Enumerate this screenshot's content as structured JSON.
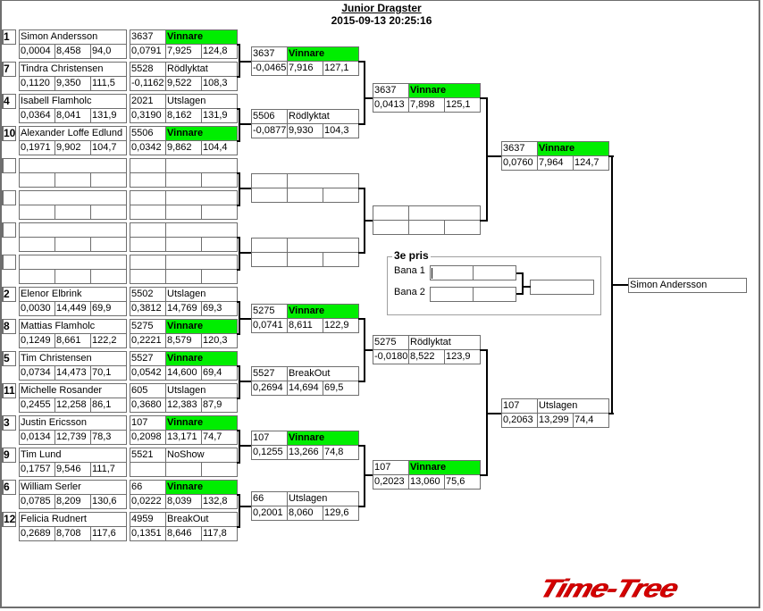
{
  "header": {
    "title": "Junior Dragster",
    "datetime": "2015-09-13 20:25:16"
  },
  "colors": {
    "winner_bg": "#00ee00",
    "border": "#6e6e6e",
    "logo": "#d40000"
  },
  "round1": [
    {
      "seed": "1",
      "name": "Simon Andersson",
      "rt": "0,0004",
      "et": "8,458",
      "speed": "94,0",
      "res_id": "3637",
      "res_status": "Vinnare",
      "res_rt": "0,0791",
      "res_et": "7,925",
      "res_speed": "124,8",
      "winner": true
    },
    {
      "seed": "7",
      "name": "Tindra Christensen",
      "rt": "0,1120",
      "et": "9,350",
      "speed": "111,5",
      "res_id": "5528",
      "res_status": "Rödlyktat",
      "res_rt": "-0,1162",
      "res_et": "9,522",
      "res_speed": "108,3",
      "winner": false
    },
    {
      "seed": "4",
      "name": "Isabell Flamholc",
      "rt": "0,0364",
      "et": "8,041",
      "speed": "131,9",
      "res_id": "2021",
      "res_status": "Utslagen",
      "res_rt": "0,3190",
      "res_et": "8,162",
      "res_speed": "131,9",
      "winner": false
    },
    {
      "seed": "10",
      "name": "Alexander Loffe Edlund",
      "rt": "0,1971",
      "et": "9,902",
      "speed": "104,7",
      "res_id": "5506",
      "res_status": "Vinnare",
      "res_rt": "0,0342",
      "res_et": "9,862",
      "res_speed": "104,4",
      "winner": true
    },
    {
      "seed": "",
      "name": "",
      "rt": "",
      "et": "",
      "speed": "",
      "res_id": "",
      "res_status": "",
      "res_rt": "",
      "res_et": "",
      "res_speed": "",
      "winner": false
    },
    {
      "seed": "",
      "name": "",
      "rt": "",
      "et": "",
      "speed": "",
      "res_id": "",
      "res_status": "",
      "res_rt": "",
      "res_et": "",
      "res_speed": "",
      "winner": false
    },
    {
      "seed": "",
      "name": "",
      "rt": "",
      "et": "",
      "speed": "",
      "res_id": "",
      "res_status": "",
      "res_rt": "",
      "res_et": "",
      "res_speed": "",
      "winner": false
    },
    {
      "seed": "",
      "name": "",
      "rt": "",
      "et": "",
      "speed": "",
      "res_id": "",
      "res_status": "",
      "res_rt": "",
      "res_et": "",
      "res_speed": "",
      "winner": false
    },
    {
      "seed": "2",
      "name": "Elenor Elbrink",
      "rt": "0,0030",
      "et": "14,449",
      "speed": "69,9",
      "res_id": "5502",
      "res_status": "Utslagen",
      "res_rt": "0,3812",
      "res_et": "14,769",
      "res_speed": "69,3",
      "winner": false
    },
    {
      "seed": "8",
      "name": "Mattias Flamholc",
      "rt": "0,1249",
      "et": "8,661",
      "speed": "122,2",
      "res_id": "5275",
      "res_status": "Vinnare",
      "res_rt": "0,2221",
      "res_et": "8,579",
      "res_speed": "120,3",
      "winner": true
    },
    {
      "seed": "5",
      "name": "Tim Christensen",
      "rt": "0,0734",
      "et": "14,473",
      "speed": "70,1",
      "res_id": "5527",
      "res_status": "Vinnare",
      "res_rt": "0,0542",
      "res_et": "14,600",
      "res_speed": "69,4",
      "winner": true
    },
    {
      "seed": "11",
      "name": "Michelle Rosander",
      "rt": "0,2455",
      "et": "12,258",
      "speed": "86,1",
      "res_id": "605",
      "res_status": "Utslagen",
      "res_rt": "0,3680",
      "res_et": "12,383",
      "res_speed": "87,9",
      "winner": false
    },
    {
      "seed": "3",
      "name": "Justin Ericsson",
      "rt": "0,0134",
      "et": "12,739",
      "speed": "78,3",
      "res_id": "107",
      "res_status": "Vinnare",
      "res_rt": "0,2098",
      "res_et": "13,171",
      "res_speed": "74,7",
      "winner": true
    },
    {
      "seed": "9",
      "name": "Tim Lund",
      "rt": "0,1757",
      "et": "9,546",
      "speed": "111,7",
      "res_id": "5521",
      "res_status": "NoShow",
      "res_rt": "",
      "res_et": "",
      "res_speed": "",
      "winner": false
    },
    {
      "seed": "6",
      "name": "William Serler",
      "rt": "0,0785",
      "et": "8,209",
      "speed": "130,6",
      "res_id": "66",
      "res_status": "Vinnare",
      "res_rt": "0,0222",
      "res_et": "8,039",
      "res_speed": "132,8",
      "winner": true
    },
    {
      "seed": "12",
      "name": "Felicia Rudnert",
      "rt": "0,2689",
      "et": "8,708",
      "speed": "117,6",
      "res_id": "4959",
      "res_status": "BreakOut",
      "res_rt": "0,1351",
      "res_et": "8,646",
      "res_speed": "117,8",
      "winner": false
    }
  ],
  "round2": [
    {
      "id": "3637",
      "status": "Vinnare",
      "rt": "-0,0465",
      "et": "7,916",
      "speed": "127,1",
      "winner": true
    },
    {
      "id": "5506",
      "status": "Rödlyktat",
      "rt": "-0,0877",
      "et": "9,930",
      "speed": "104,3",
      "winner": false
    },
    {
      "id": "",
      "status": "",
      "rt": "",
      "et": "",
      "speed": "",
      "winner": false
    },
    {
      "id": "",
      "status": "",
      "rt": "",
      "et": "",
      "speed": "",
      "winner": false
    },
    {
      "id": "5275",
      "status": "Vinnare",
      "rt": "0,0741",
      "et": "8,611",
      "speed": "122,9",
      "winner": true
    },
    {
      "id": "5527",
      "status": "BreakOut",
      "rt": "0,2694",
      "et": "14,694",
      "speed": "69,5",
      "winner": false
    },
    {
      "id": "107",
      "status": "Vinnare",
      "rt": "0,1255",
      "et": "13,266",
      "speed": "74,8",
      "winner": true
    },
    {
      "id": "66",
      "status": "Utslagen",
      "rt": "0,2001",
      "et": "8,060",
      "speed": "129,6",
      "winner": false
    }
  ],
  "round3": [
    {
      "id": "3637",
      "status": "Vinnare",
      "rt": "0,0413",
      "et": "7,898",
      "speed": "125,1",
      "winner": true
    },
    {
      "id": "",
      "status": "",
      "rt": "",
      "et": "",
      "speed": "",
      "winner": false
    },
    {
      "id": "5275",
      "status": "Rödlyktat",
      "rt": "-0,0180",
      "et": "8,522",
      "speed": "123,9",
      "winner": false
    },
    {
      "id": "107",
      "status": "Vinnare",
      "rt": "0,2023",
      "et": "13,060",
      "speed": "75,6",
      "winner": true
    }
  ],
  "round4": [
    {
      "id": "3637",
      "status": "Vinnare",
      "rt": "0,0760",
      "et": "7,964",
      "speed": "124,7",
      "winner": true
    },
    {
      "id": "107",
      "status": "Utslagen",
      "rt": "0,2063",
      "et": "13,299",
      "speed": "74,4",
      "winner": false
    }
  ],
  "final_winner": "Simon Andersson",
  "third_place": {
    "title": "3e pris",
    "lane1_label": "Bana 1",
    "lane2_label": "Bana 2",
    "lane1": [
      "",
      ""
    ],
    "lane2": [
      "",
      ""
    ],
    "winner": ""
  },
  "logo_text": "Time-Tree"
}
